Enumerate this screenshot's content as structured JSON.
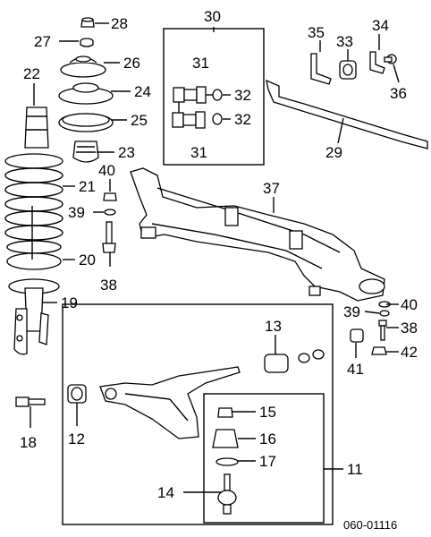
{
  "callouts": {
    "c11": "11",
    "c12": "12",
    "c13": "13",
    "c14": "14",
    "c15": "15",
    "c16": "16",
    "c17": "17",
    "c18": "18",
    "c19": "19",
    "c20": "20",
    "c21": "21",
    "c22": "22",
    "c23": "23",
    "c24": "24",
    "c25": "25",
    "c26": "26",
    "c27": "27",
    "c28": "28",
    "c29": "29",
    "c30": "30",
    "c31a": "31",
    "c31b": "31",
    "c32a": "32",
    "c32b": "32",
    "c33": "33",
    "c34": "34",
    "c35": "35",
    "c36": "36",
    "c37": "37",
    "c38a": "38",
    "c38b": "38",
    "c39a": "39",
    "c39b": "39",
    "c40a": "40",
    "c40b": "40",
    "c41": "41",
    "c42": "42"
  },
  "diagram_code": "060-01116"
}
